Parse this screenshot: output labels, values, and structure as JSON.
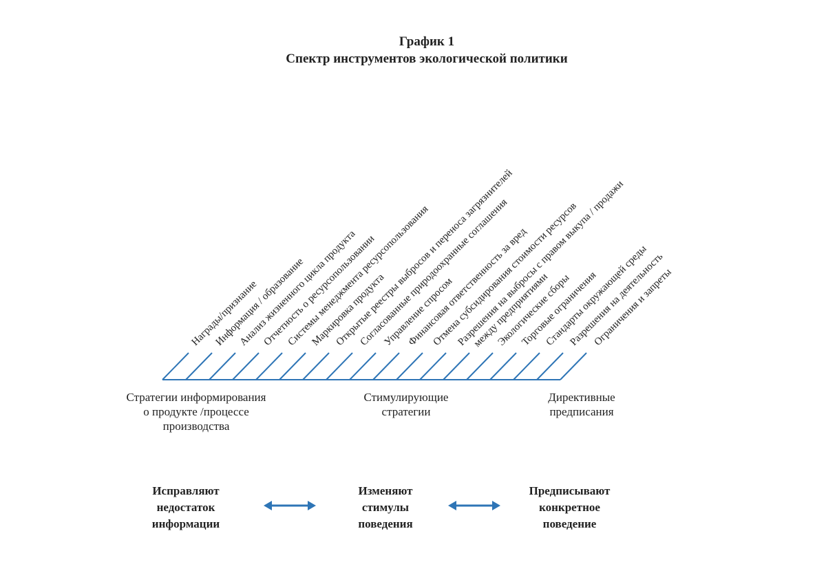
{
  "title": {
    "line1": "График 1",
    "line2": "Спектр инструментов экологической политики"
  },
  "instruments": [
    "Награды/признание",
    "Информация / образование",
    "Анализ жизненного цикла продукта",
    "Отчетность о ресурсопользовании",
    "Системы менеджмента ресурсопользования",
    "Маркировка продукта",
    "Открытые реестры выбросов и переноса загрязнителей",
    "Согласованные природоохранные соглашения",
    "Управление спросом",
    "Финансовая ответственность за вред",
    "Отмена субсидирования стоимости ресурсов",
    "Разрешения на выбросы с правом выкупа / продажи",
    "между предприятиями",
    "Экологические сборы",
    "Торговые ограничения",
    "Стандарты окружающей среды",
    "Разрешения на деятельность",
    "Ограничения и запреты"
  ],
  "groups": {
    "info": [
      "Стратегии информирования",
      "о продукте /процессе",
      "производства"
    ],
    "stim": [
      "Стимулирующие",
      "стратегии"
    ],
    "dir": [
      "Директивные",
      "предписания"
    ]
  },
  "effects": {
    "info": [
      "Исправляют",
      "недостаток",
      "информации"
    ],
    "stim": [
      "Изменяют",
      "стимулы",
      "поведения"
    ],
    "dir": [
      "Предписывают",
      "конкретное",
      "поведение"
    ]
  },
  "colors": {
    "line": "#2e75b6",
    "arrow": "#2e75b6",
    "text": "#222222"
  }
}
